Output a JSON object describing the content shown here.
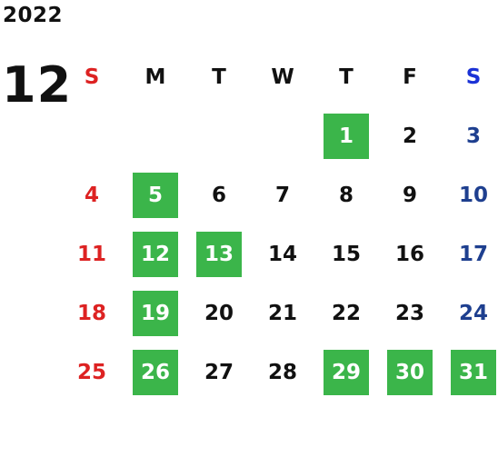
{
  "calendar": {
    "year": "2022",
    "month": "12",
    "weekdays": [
      "S",
      "M",
      "T",
      "W",
      "T",
      "F",
      "S"
    ],
    "weeks": [
      [
        "",
        "",
        "",
        "",
        "1",
        "2",
        "3"
      ],
      [
        "4",
        "5",
        "6",
        "7",
        "8",
        "9",
        "10"
      ],
      [
        "11",
        "12",
        "13",
        "14",
        "15",
        "16",
        "17"
      ],
      [
        "18",
        "19",
        "20",
        "21",
        "22",
        "23",
        "24"
      ],
      [
        "25",
        "26",
        "27",
        "28",
        "29",
        "30",
        "31"
      ]
    ],
    "highlighted_days": [
      "1",
      "5",
      "12",
      "13",
      "19",
      "26",
      "29",
      "30",
      "31"
    ],
    "colors": {
      "highlight": "#3bb54a",
      "sunday": "#dd2222",
      "saturday": "#1e3f8f",
      "saturday_header": "#1b32d6",
      "text": "#111111"
    }
  }
}
